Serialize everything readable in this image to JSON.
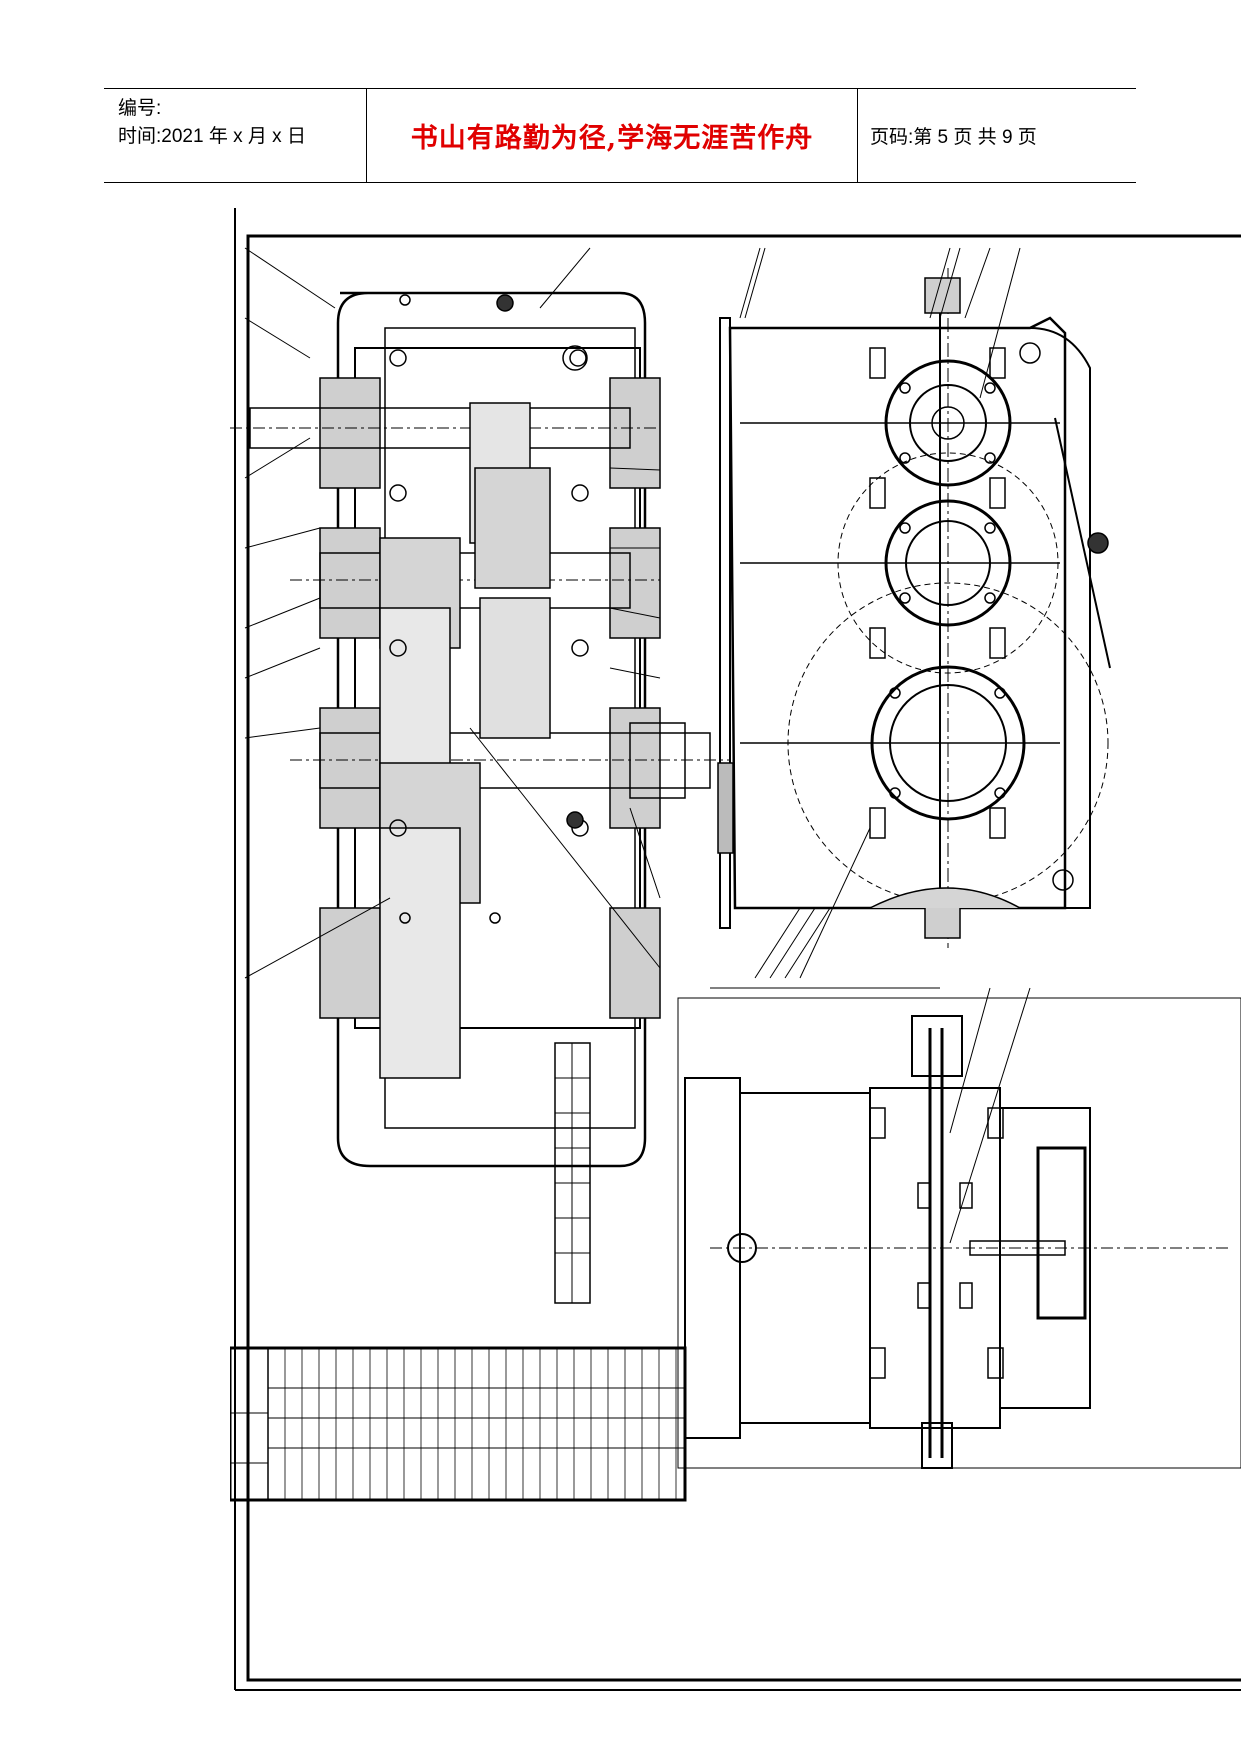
{
  "header": {
    "serial_label": "编号:",
    "date_label": "时间:2021 年 x 月 x 日",
    "motto": "书山有路勤为径,学海无涯苦作舟",
    "page_info": "页码:第 5 页  共 9 页"
  },
  "drawing": {
    "icon": "gearbox-assembly-drawing-icon"
  }
}
